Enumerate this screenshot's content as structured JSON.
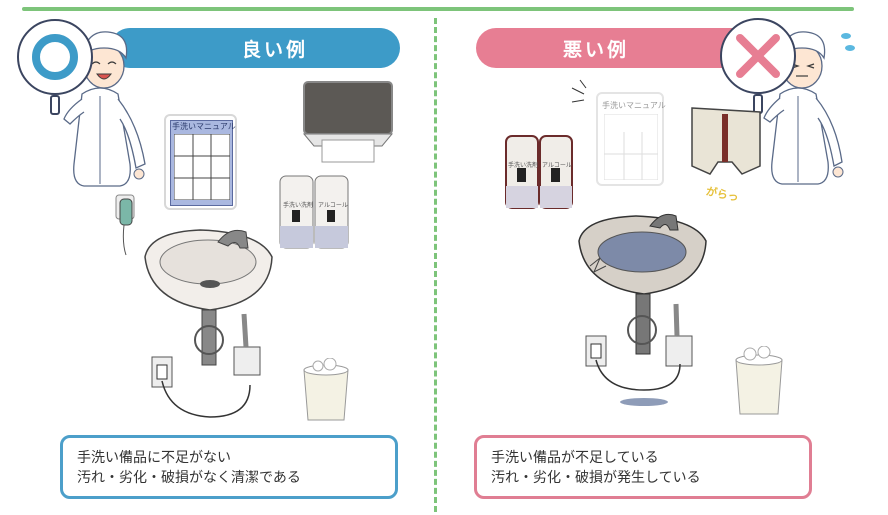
{
  "good_example": {
    "header": "良い例",
    "sign_symbol": "○",
    "sign_color": "#3d9bc8",
    "manual_label": "手洗いマニュアル",
    "bottle_labels": [
      "手洗い洗剤",
      "アルコール"
    ],
    "caption_lines": [
      "手洗い備品に不足がない",
      "汚れ・劣化・破損がなく清潔である"
    ],
    "accent_color": "#4c9fca"
  },
  "bad_example": {
    "header": "悪い例",
    "sign_symbol": "×",
    "sign_color": "#e77e93",
    "manual_label": "手洗いマニュアル",
    "bottle_labels": [
      "手洗い洗剤",
      "アルコール"
    ],
    "sound_effect": "がらっ",
    "caption_lines": [
      "手洗い備品が不足している",
      "汚れ・劣化・破損が発生している"
    ],
    "accent_color": "#e07e93"
  },
  "divider_color": "#7dc47a"
}
